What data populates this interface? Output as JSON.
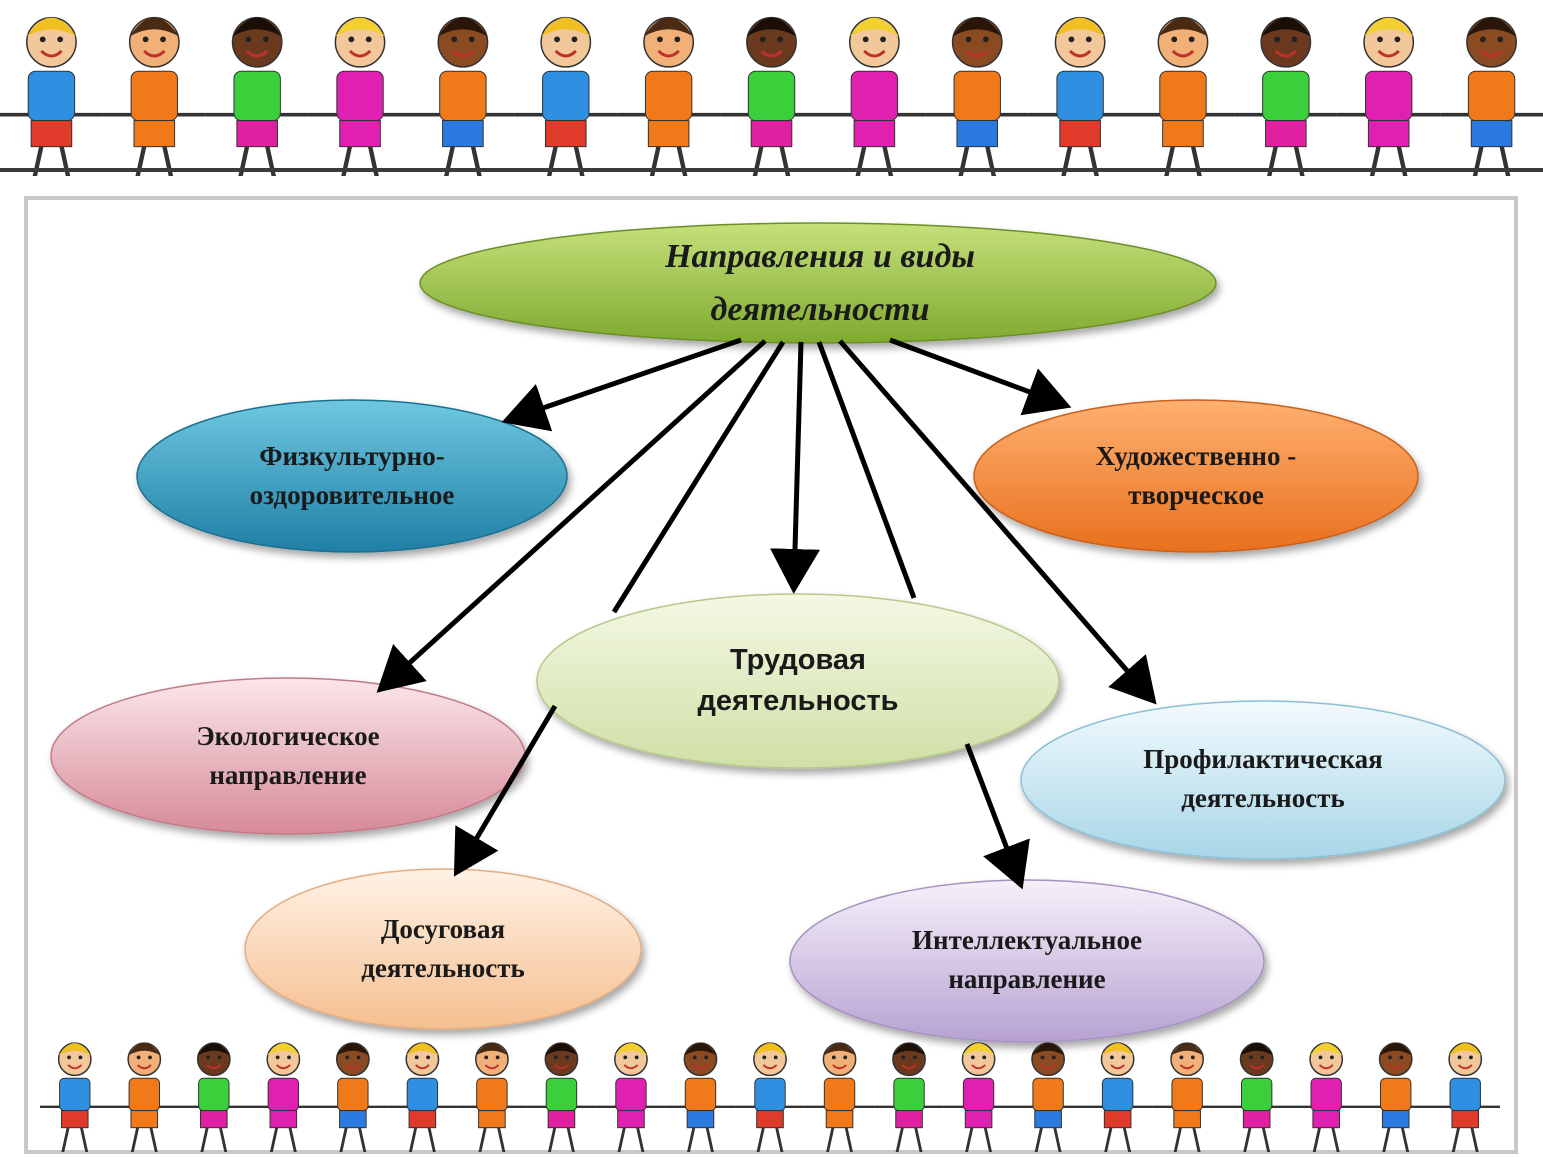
{
  "diagram": {
    "root": {
      "line1": "Направления и виды",
      "line2": "деятельности",
      "fill_top": "#c5e07a",
      "fill_bottom": "#7faa2f"
    },
    "nodes": {
      "fizkultura": {
        "line1": "Физкультурно-",
        "line2": "оздоровительное",
        "fill_top": "#6fc8e0",
        "fill_bottom": "#1f7fa6"
      },
      "hudozhestv": {
        "line1": "Художественно -",
        "line2": "творческое",
        "fill_top": "#ffb070",
        "fill_bottom": "#e8701e"
      },
      "trudovaya": {
        "line1": "Трудовая",
        "line2": "деятельность",
        "fill_top": "#f4f8e4",
        "fill_bottom": "#cfe0a6"
      },
      "ekolog": {
        "line1": "Экологическое",
        "line2": "направление",
        "fill_top": "#fbe6ea",
        "fill_bottom": "#d78a98"
      },
      "profilakt": {
        "line1": "Профилактическая",
        "line2": "деятельность",
        "fill_top": "#f2fafd",
        "fill_bottom": "#a8d6e8"
      },
      "dosugovaya": {
        "line1": "Досуговая",
        "line2": "деятельность",
        "fill_top": "#fff2e6",
        "fill_bottom": "#f5bf90"
      },
      "intellekt": {
        "line1": "Интеллектуальное",
        "line2": "направление",
        "fill_top": "#f6f0fa",
        "fill_bottom": "#b7a2d2"
      }
    }
  }
}
